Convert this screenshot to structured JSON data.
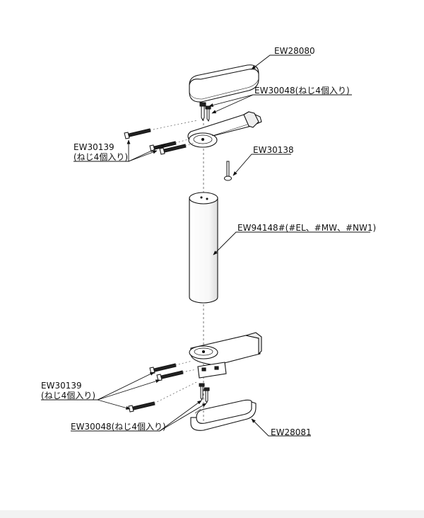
{
  "parts": {
    "top_cap": "EW28080",
    "screw_top": "EW30048(ねじ4個入り)",
    "bolt_upper_code": "EW30139",
    "bolt_upper_note": "(ねじ4個入り)",
    "pin": "EW30138",
    "rail": "EW94148#(#EL、#MW、#NW1)",
    "bolt_lower_code": "EW30139",
    "bolt_lower_note": "(ねじ4個入り)",
    "screw_bottom": "EW30048(ねじ4個入り)",
    "bottom_cap": "EW28081"
  },
  "colors": {
    "line": "#111111",
    "fill": "#ffffff"
  }
}
